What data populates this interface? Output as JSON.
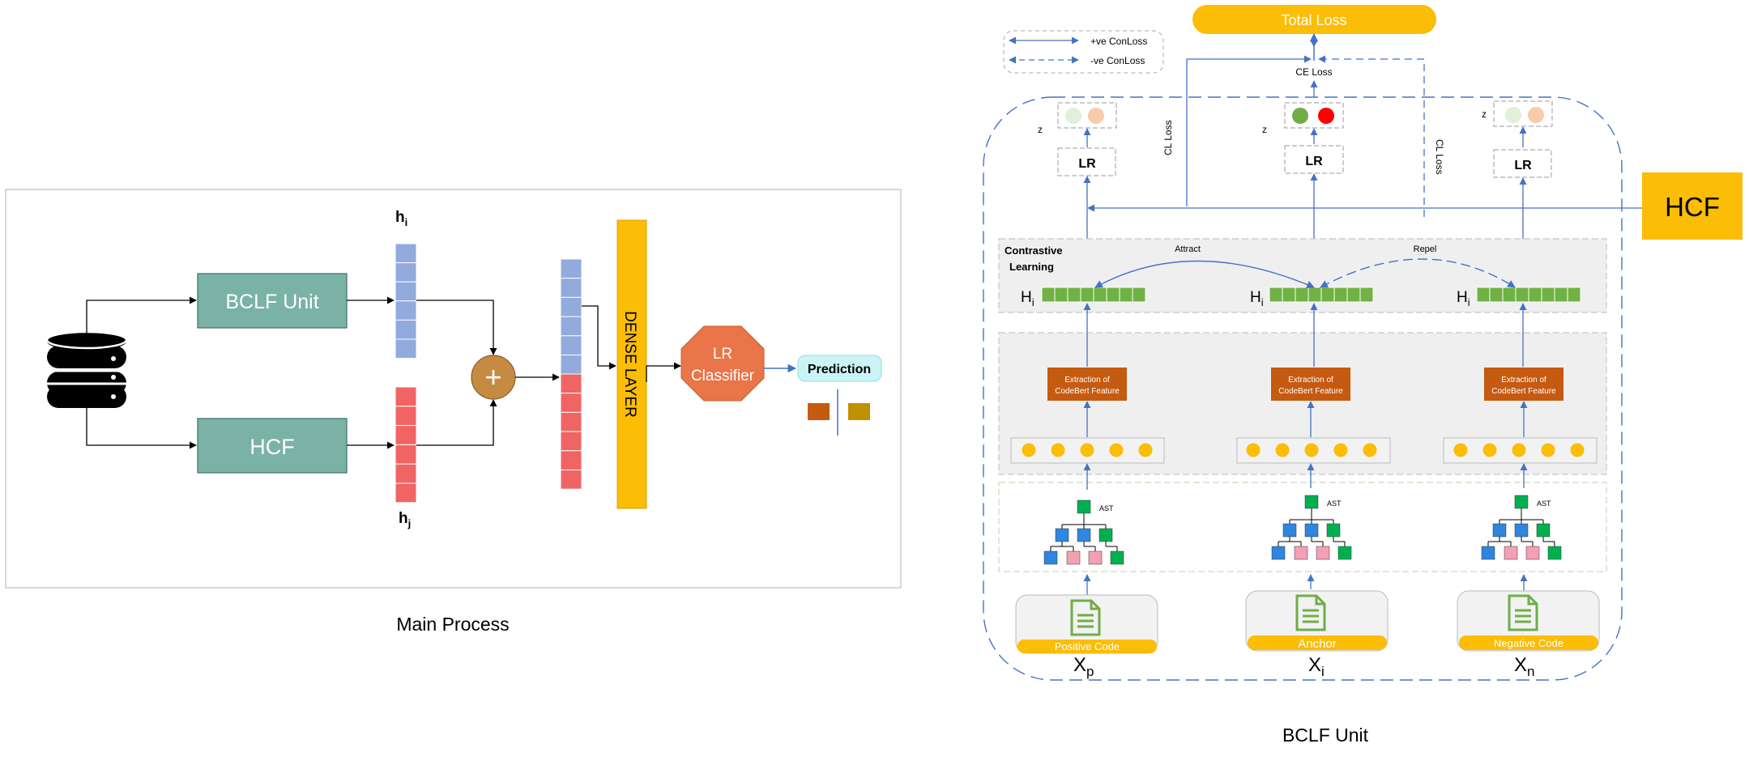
{
  "main_process": {
    "caption": "Main Process",
    "bclf_box_label": "BCLF Unit",
    "hcf_box_label": "HCF",
    "hi_label": "h",
    "hi_sub": "i",
    "hj_label": "h",
    "hj_sub": "j",
    "plus_symbol": "+",
    "dense_label": "DENSE LAYER",
    "lr_line1": "LR",
    "lr_line2": "Classifier",
    "prediction_label": "Prediction"
  },
  "bclf_unit": {
    "caption": "BCLF Unit",
    "total_loss": "Total Loss",
    "legend_pos": "+ve ConLoss",
    "legend_neg": "-ve  ConLoss",
    "ce_loss": "CE Loss",
    "cl_loss": "CL Loss",
    "hcf_label": "HCF",
    "contrastive_line1": "Contrastive",
    "contrastive_line2": "Learning",
    "attract": "Attract",
    "repel": "Repel",
    "z_label": "z",
    "lr_label": "LR",
    "h_label": "H",
    "h_sub": "i",
    "extraction_line1": "Extraction of",
    "extraction_line2": "CodeBert Feature",
    "ast_label": "AST",
    "positive_code": "Positive Code",
    "anchor": "Anchor",
    "negative_code": "Negative Code",
    "x_label": "X",
    "xp_sub": "p",
    "xi_sub": "i",
    "xn_sub": "n"
  },
  "colors": {
    "teal_box": "#7ab3a6",
    "blue_vec": "#92aadc",
    "red_vec": "#f06464",
    "dense_yellow": "#fbbd05",
    "lr_orange": "#ea7548",
    "plus_brown": "#c58b43",
    "prediction_cyan": "#ccf4f6",
    "arrow_blue": "#4472c4",
    "green_cell": "#70b244",
    "feature_orange": "#c55a11",
    "node_yellow": "#fbbd05"
  }
}
